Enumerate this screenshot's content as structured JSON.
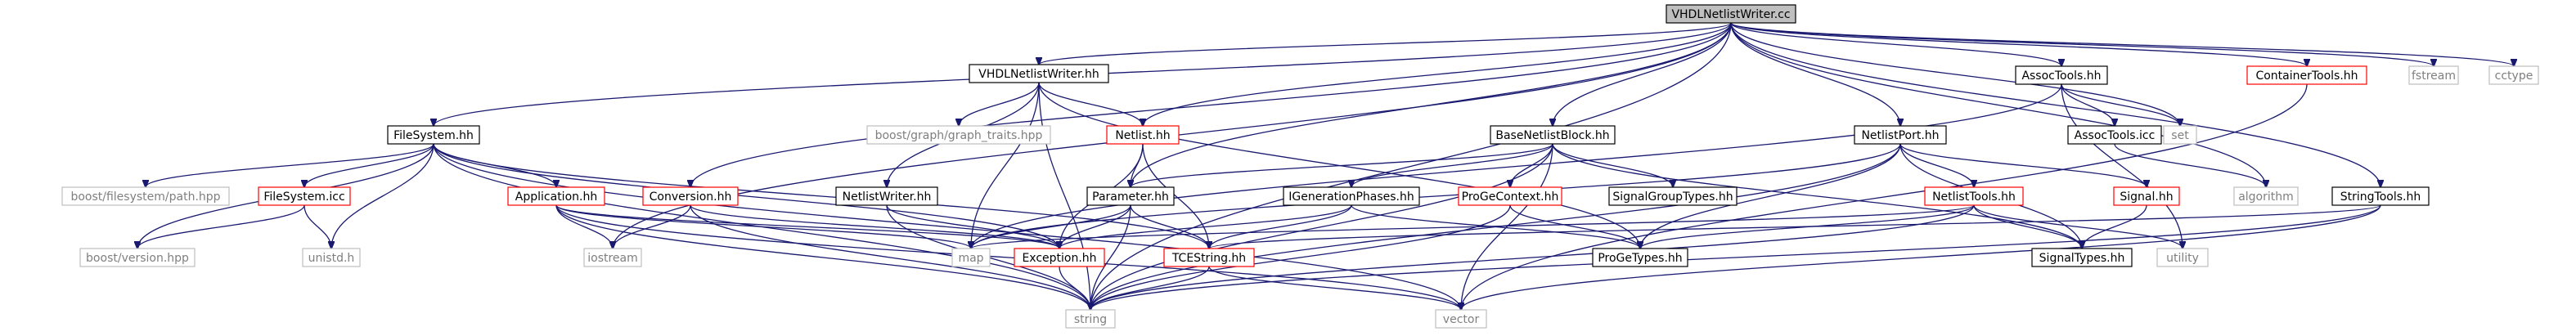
{
  "colors": {
    "edge": "#191970",
    "root_fill": "#bfbfbf",
    "link_border": "#000000",
    "incomplete_border": "#ff0000",
    "external_border": "#bfbfbf"
  },
  "nodes": [
    {
      "id": "root",
      "label": "VHDLNetlistWriter.cc",
      "kind": "root"
    },
    {
      "id": "vhdlnwhh",
      "label": "VHDLNetlistWriter.hh",
      "kind": "doc"
    },
    {
      "id": "filesystemhh",
      "label": "FileSystem.hh",
      "kind": "doc"
    },
    {
      "id": "basenetlistblock",
      "label": "BaseNetlistBlock.hh",
      "kind": "doc"
    },
    {
      "id": "netlistporthh",
      "label": "NetlistPort.hh",
      "kind": "doc"
    },
    {
      "id": "assoctoolshh",
      "label": "AssocTools.hh",
      "kind": "doc"
    },
    {
      "id": "containertools",
      "label": "ContainerTools.hh",
      "kind": "red"
    },
    {
      "id": "fstream",
      "label": "fstream",
      "kind": "ext"
    },
    {
      "id": "cctype",
      "label": "cctype",
      "kind": "ext"
    },
    {
      "id": "boostgraph",
      "label": "boost/graph/graph_traits.hpp",
      "kind": "ext"
    },
    {
      "id": "netlisthh",
      "label": "Netlist.hh",
      "kind": "red"
    },
    {
      "id": "set",
      "label": "set",
      "kind": "ext"
    },
    {
      "id": "assoctoolsicc",
      "label": "AssocTools.icc",
      "kind": "doc"
    },
    {
      "id": "boostfs",
      "label": "boost/filesystem/path.hpp",
      "kind": "ext"
    },
    {
      "id": "filesystemicc",
      "label": "FileSystem.icc",
      "kind": "red"
    },
    {
      "id": "applicationhh",
      "label": "Application.hh",
      "kind": "red"
    },
    {
      "id": "conversionhh",
      "label": "Conversion.hh",
      "kind": "red"
    },
    {
      "id": "netlistwriterhh",
      "label": "NetlistWriter.hh",
      "kind": "doc"
    },
    {
      "id": "parameterhh",
      "label": "Parameter.hh",
      "kind": "doc"
    },
    {
      "id": "igenphases",
      "label": "IGenerationPhases.hh",
      "kind": "doc"
    },
    {
      "id": "progecontext",
      "label": "ProGeContext.hh",
      "kind": "red"
    },
    {
      "id": "signalgrouptypes",
      "label": "SignalGroupTypes.hh",
      "kind": "doc"
    },
    {
      "id": "netlisttools",
      "label": "NetlistTools.hh",
      "kind": "red"
    },
    {
      "id": "signalhh",
      "label": "Signal.hh",
      "kind": "red"
    },
    {
      "id": "algorithm",
      "label": "algorithm",
      "kind": "ext"
    },
    {
      "id": "stringtools",
      "label": "StringTools.hh",
      "kind": "doc"
    },
    {
      "id": "boostversion",
      "label": "boost/version.hpp",
      "kind": "ext"
    },
    {
      "id": "unistd",
      "label": "unistd.h",
      "kind": "ext"
    },
    {
      "id": "iostream",
      "label": "iostream",
      "kind": "ext"
    },
    {
      "id": "map",
      "label": "map",
      "kind": "ext"
    },
    {
      "id": "exceptionhh",
      "label": "Exception.hh",
      "kind": "red"
    },
    {
      "id": "tcestring",
      "label": "TCEString.hh",
      "kind": "red"
    },
    {
      "id": "progetypes",
      "label": "ProGeTypes.hh",
      "kind": "doc"
    },
    {
      "id": "signaltypes",
      "label": "SignalTypes.hh",
      "kind": "doc"
    },
    {
      "id": "utility",
      "label": "utility",
      "kind": "ext"
    },
    {
      "id": "string",
      "label": "string",
      "kind": "ext"
    },
    {
      "id": "vector",
      "label": "vector",
      "kind": "ext"
    }
  ],
  "edges": [
    [
      "root",
      "vhdlnwhh"
    ],
    [
      "root",
      "filesystemhh"
    ],
    [
      "root",
      "basenetlistblock"
    ],
    [
      "root",
      "netlistporthh"
    ],
    [
      "root",
      "assoctoolshh"
    ],
    [
      "root",
      "containertools"
    ],
    [
      "root",
      "fstream"
    ],
    [
      "root",
      "cctype"
    ],
    [
      "root",
      "string"
    ],
    [
      "root",
      "iostream"
    ],
    [
      "root",
      "conversionhh"
    ],
    [
      "root",
      "netlisthh"
    ],
    [
      "root",
      "parameterhh"
    ],
    [
      "root",
      "set"
    ],
    [
      "root",
      "algorithm"
    ],
    [
      "root",
      "stringtools"
    ],
    [
      "vhdlnwhh",
      "boostgraph"
    ],
    [
      "vhdlnwhh",
      "netlisthh"
    ],
    [
      "vhdlnwhh",
      "netlistwriterhh"
    ],
    [
      "vhdlnwhh",
      "map"
    ],
    [
      "vhdlnwhh",
      "string"
    ],
    [
      "vhdlnwhh",
      "progetypes"
    ],
    [
      "filesystemhh",
      "boostfs"
    ],
    [
      "filesystemhh",
      "boostversion"
    ],
    [
      "filesystemhh",
      "filesystemicc"
    ],
    [
      "filesystemhh",
      "applicationhh"
    ],
    [
      "filesystemhh",
      "unistd"
    ],
    [
      "filesystemhh",
      "exceptionhh"
    ],
    [
      "filesystemhh",
      "tcestring"
    ],
    [
      "filesystemhh",
      "string"
    ],
    [
      "filesystemhh",
      "vector"
    ],
    [
      "filesystemicc",
      "boostversion"
    ],
    [
      "filesystemicc",
      "unistd"
    ],
    [
      "applicationhh",
      "iostream"
    ],
    [
      "applicationhh",
      "map"
    ],
    [
      "applicationhh",
      "string"
    ],
    [
      "applicationhh",
      "vector"
    ],
    [
      "applicationhh",
      "exceptionhh"
    ],
    [
      "conversionhh",
      "iostream"
    ],
    [
      "conversionhh",
      "exceptionhh"
    ],
    [
      "conversionhh",
      "string"
    ],
    [
      "netlisthh",
      "parameterhh"
    ],
    [
      "netlisthh",
      "exceptionhh"
    ],
    [
      "netlisthh",
      "tcestring"
    ],
    [
      "netlistwriterhh",
      "exceptionhh"
    ],
    [
      "netlistwriterhh",
      "string"
    ],
    [
      "parameterhh",
      "map"
    ],
    [
      "parameterhh",
      "exceptionhh"
    ],
    [
      "parameterhh",
      "tcestring"
    ],
    [
      "parameterhh",
      "string"
    ],
    [
      "basenetlistblock",
      "parameterhh"
    ],
    [
      "basenetlistblock",
      "igenphases"
    ],
    [
      "basenetlistblock",
      "progecontext"
    ],
    [
      "basenetlistblock",
      "signalgrouptypes"
    ],
    [
      "basenetlistblock",
      "signaltypes"
    ],
    [
      "basenetlistblock",
      "string"
    ],
    [
      "basenetlistblock",
      "vector"
    ],
    [
      "igenphases",
      "exceptionhh"
    ],
    [
      "igenphases",
      "tcestring"
    ],
    [
      "igenphases",
      "progetypes"
    ],
    [
      "progecontext",
      "progetypes"
    ],
    [
      "progecontext",
      "string"
    ],
    [
      "netlistporthh",
      "netlisttools"
    ],
    [
      "netlistporthh",
      "signalhh"
    ],
    [
      "netlistporthh",
      "map"
    ],
    [
      "netlistporthh",
      "progetypes"
    ],
    [
      "netlistporthh",
      "string"
    ],
    [
      "netlistporthh",
      "signaltypes"
    ],
    [
      "netlisttools",
      "map"
    ],
    [
      "netlisttools",
      "utility"
    ],
    [
      "netlisttools",
      "signaltypes"
    ],
    [
      "netlisttools",
      "progetypes"
    ],
    [
      "netlisttools",
      "string"
    ],
    [
      "signalhh",
      "signaltypes"
    ],
    [
      "assoctoolshh",
      "set"
    ],
    [
      "assoctoolshh",
      "assoctoolsicc"
    ],
    [
      "assoctoolshh",
      "map"
    ],
    [
      "assoctoolshh",
      "utility"
    ],
    [
      "assoctoolsicc",
      "algorithm"
    ],
    [
      "containertools",
      "vector"
    ],
    [
      "stringtools",
      "tcestring"
    ],
    [
      "stringtools",
      "string"
    ],
    [
      "stringtools",
      "vector"
    ],
    [
      "exceptionhh",
      "string"
    ],
    [
      "tcestring",
      "string"
    ],
    [
      "tcestring",
      "vector"
    ]
  ]
}
